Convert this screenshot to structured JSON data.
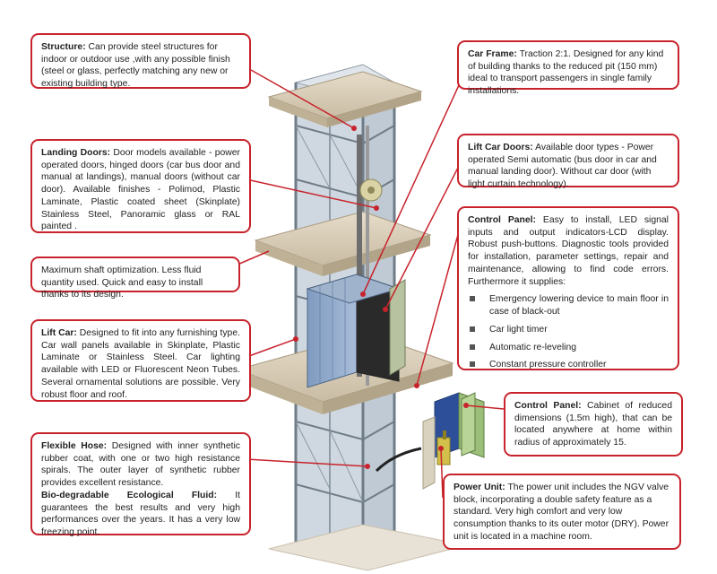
{
  "callouts": {
    "structure": {
      "heading": "Structure:",
      "text": "Can provide steel structures for indoor or outdoor use ,with any possible finish (steel or glass, perfectly matching any new or existing building type."
    },
    "landing_doors": {
      "heading": "Landing Doors:",
      "text": "Door models available - power operated doors, hinged doors (car bus door and manual at landings), manual doors (without car door). Available finishes - Polimod, Plastic Laminate, Plastic coated sheet (Skinplate) Stainless Steel, Panoramic glass or RAL painted ."
    },
    "shaft": {
      "text": "Maximum shaft optimization. Less fluid quantity used. Quick and easy to install thanks to its design."
    },
    "lift_car": {
      "heading": "Lift Car:",
      "text": "Designed to fit into any furnishing type. Car wall panels available in Skinplate, Plastic Laminate or Stainless Steel. Car lighting available with LED or Fluorescent Neon Tubes. Several ornamental solutions are possible. Very robust floor and roof."
    },
    "flexible_hose": {
      "heading": "Flexible Hose:",
      "text": "Designed with inner synthetic rubber coat, with one or two high resistance spirals. The outer layer of synthetic rubber provides excellent resistance."
    },
    "bio_fluid": {
      "heading": "Bio-degradable Ecological Fluid:",
      "text": "It guarantees the best results and very high performances over the years. It has a very low freezing point."
    },
    "car_frame": {
      "heading": "Car Frame:",
      "text": "Traction 2:1. Designed for any kind of building thanks to the reduced pit (150 mm) ideal to transport passengers in single family installations."
    },
    "lift_car_doors": {
      "heading": "Lift Car Doors:",
      "text": "Available door types - Power operated Semi automatic (bus door in car and manual landing door). Without car door (with light curtain technology)."
    },
    "control_panel": {
      "heading": "Control Panel:",
      "text": "Easy to install, LED signal inputs and output indicators-LCD display. Robust push-buttons. Diagnostic tools provided for installation, parameter settings, repair and maintenance, allowing to find code errors. Furthermore it supplies:",
      "bullets": [
        "Emergency lowering device to main floor in case of black-out",
        "Car light timer",
        "Automatic re-leveling",
        "Constant pressure controller"
      ]
    },
    "control_cabinet": {
      "heading": "Control Panel:",
      "text": "Cabinet of reduced dimensions (1.5m high), that can be located anywhere at home within radius of approximately 15."
    },
    "power_unit": {
      "heading": "Power Unit:",
      "text": "The power unit includes the NGV valve block, incorporating a double safety feature as a standard. Very high comfort and very low consumption thanks to its outer motor (DRY). Power unit is located in a machine room."
    }
  },
  "colors": {
    "accent": "#c8232c",
    "slab": "#d9cdb8",
    "glass": "#c9d3dc",
    "car": "#8aa3c4",
    "cabinet": "#9bbf7a"
  }
}
